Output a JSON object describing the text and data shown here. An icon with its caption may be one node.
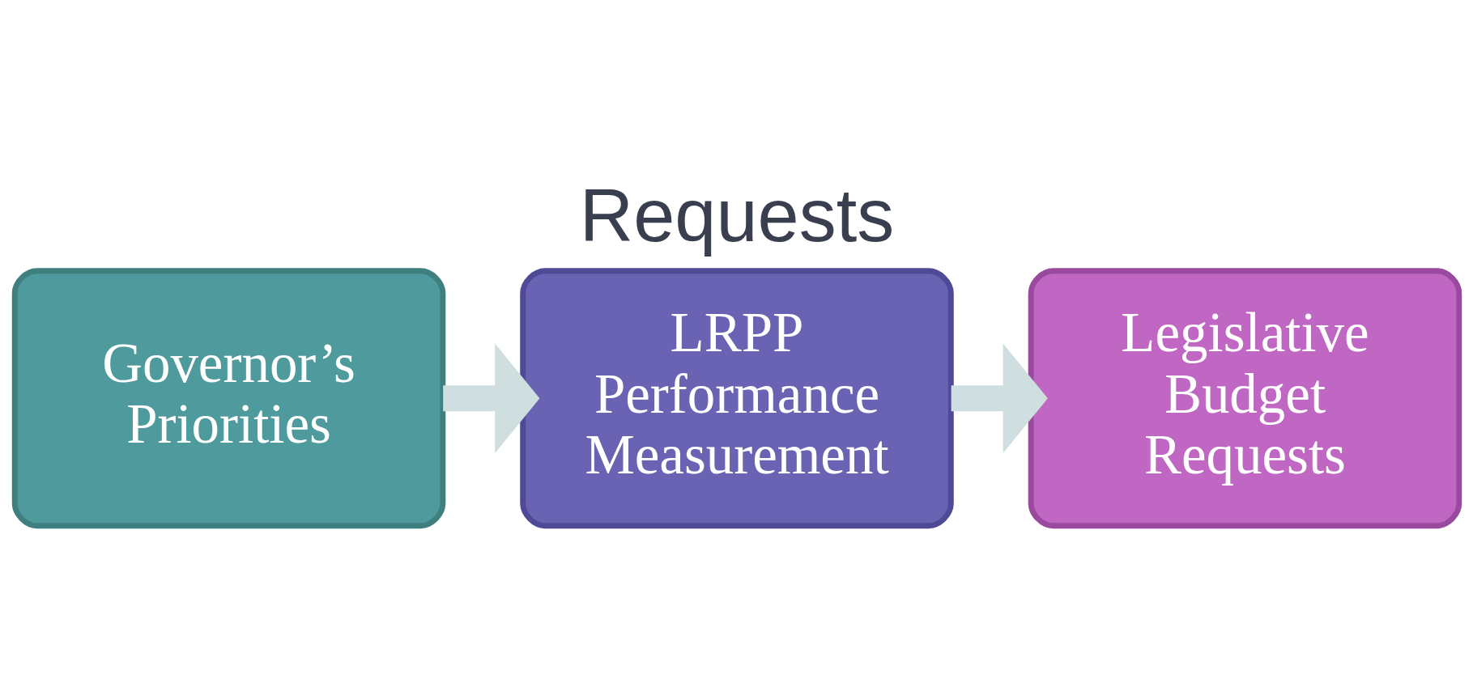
{
  "diagram": {
    "title": "Requests",
    "nodes": [
      {
        "text": [
          "Governor’s Priorities"
        ]
      },
      {
        "text": [
          "LRPP Performance Measurement"
        ]
      },
      {
        "text": [
          "Legislative Budget Requests"
        ]
      }
    ],
    "edges": [
      {
        "from": 0,
        "to": 1,
        "arrow": "to"
      },
      {
        "from": 1,
        "to": 2,
        "arrow": "to"
      }
    ]
  }
}
